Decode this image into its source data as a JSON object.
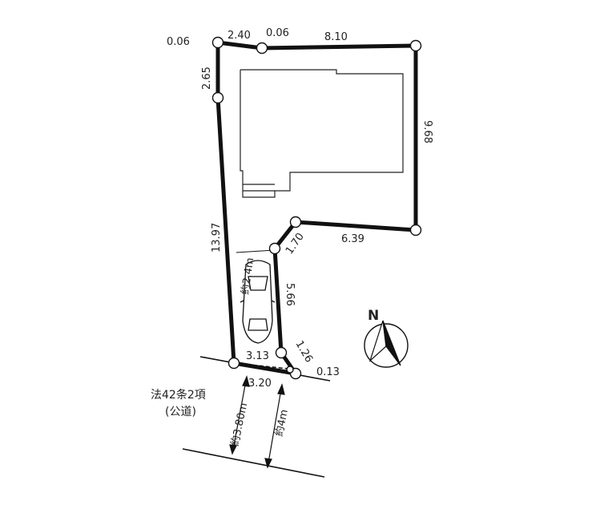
{
  "dimensions": {
    "top_left_offset": "0.06",
    "top_short": "2.40",
    "top_offset_2": "0.06",
    "top_long": "8.10",
    "left_upper": "2.65",
    "right": "9.68",
    "left_long": "13.97",
    "step_diagonal": "1.70",
    "step_horizontal": "6.39",
    "driveway_right": "5.66",
    "bottom_corner": "1.26",
    "bottom_inner": "3.13",
    "bottom_offset": "0.13",
    "bottom_outer": "3.20"
  },
  "labels": {
    "parking": "約2.4m",
    "north": "N",
    "road_type": "法42条2項",
    "road_public": "(公道)",
    "road_width_1": "約3.80m",
    "road_width_2": "約4m"
  },
  "colors": {
    "boundary": "#111111",
    "building": "#222222",
    "text": "#222222"
  }
}
